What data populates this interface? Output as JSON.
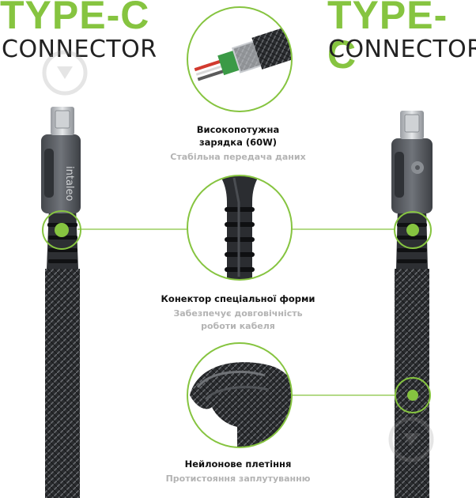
{
  "header": {
    "left_title": "TYPE-C",
    "left_subtitle": "CONNECTOR",
    "right_title": "TYPE-C",
    "right_subtitle": "CONNECTOR"
  },
  "cable_brand": "intaleo",
  "features": [
    {
      "title_line1": "Високопотужна",
      "title_line2": "зарядка (60W)",
      "subtitle": "Стабільна передача даних"
    },
    {
      "title": "Конектор спеціальної форми",
      "subtitle_line1": "Забезпечує довговічність",
      "subtitle_line2": "роботи кабеля"
    },
    {
      "title": "Нейлонове плетіння",
      "subtitle": "Протистояння заплутуванню"
    }
  ],
  "colors": {
    "accent": "#86c440",
    "connector_gray": "#5c6066",
    "cable_dark": "#2a2c2f",
    "caption_gray": "#b3b3b3"
  }
}
